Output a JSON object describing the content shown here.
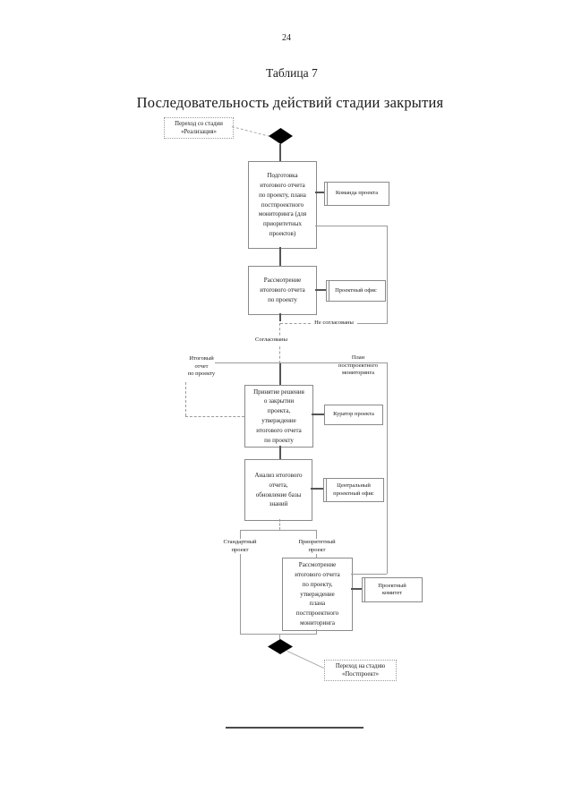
{
  "page": {
    "number": "24",
    "table_label": "Таблица 7",
    "title": "Последовательность действий стадии закрытия"
  },
  "flowchart": {
    "start_label": "Переход со стадии\n«Реализация»",
    "end_label": "Переход на стадию\n«Постпроект»",
    "steps": {
      "prepare": "Подготовка\nитогового отчета\nпо проекту, плана\nпостпроектного\nмониторинга (для\nприоритетных\nпроектов)",
      "review": "Рассмотрение\nитогового отчета\nпо проекту",
      "decide": "Принятие решения\nо закрытии\nпроекта,\nутверждение\nитогового отчета\nпо проекту",
      "analyze": "Анализ итогового\nотчета,\nобновление базы\nзнаний",
      "approve": "Рассмотрение\nитогового отчета\nпо проекту,\nутверждение\nплана\nпостпроектного\nмониторинга"
    },
    "actors": {
      "team": "Команда проекта",
      "office": "Проектный офис",
      "curator": "Куратор проекта",
      "central_office": "Центральный\nпроектный офис",
      "committee": "Проектный\nкомитет"
    },
    "labels": {
      "not_agreed": "Не согласованы",
      "agreed": "Согласованы",
      "final_report": "Итоговый\nотчет\nпо проекту",
      "monitoring_plan": "План\nпостпроектного\nмониторинга",
      "standard": "Стандартный\nпроект",
      "priority": "Приоритетный\nпроект"
    }
  },
  "colors": {
    "line": "#9a9a9a",
    "flow_line": "#555555",
    "diamond": "#000000",
    "text": "#1a1a1a",
    "background": "#ffffff"
  }
}
